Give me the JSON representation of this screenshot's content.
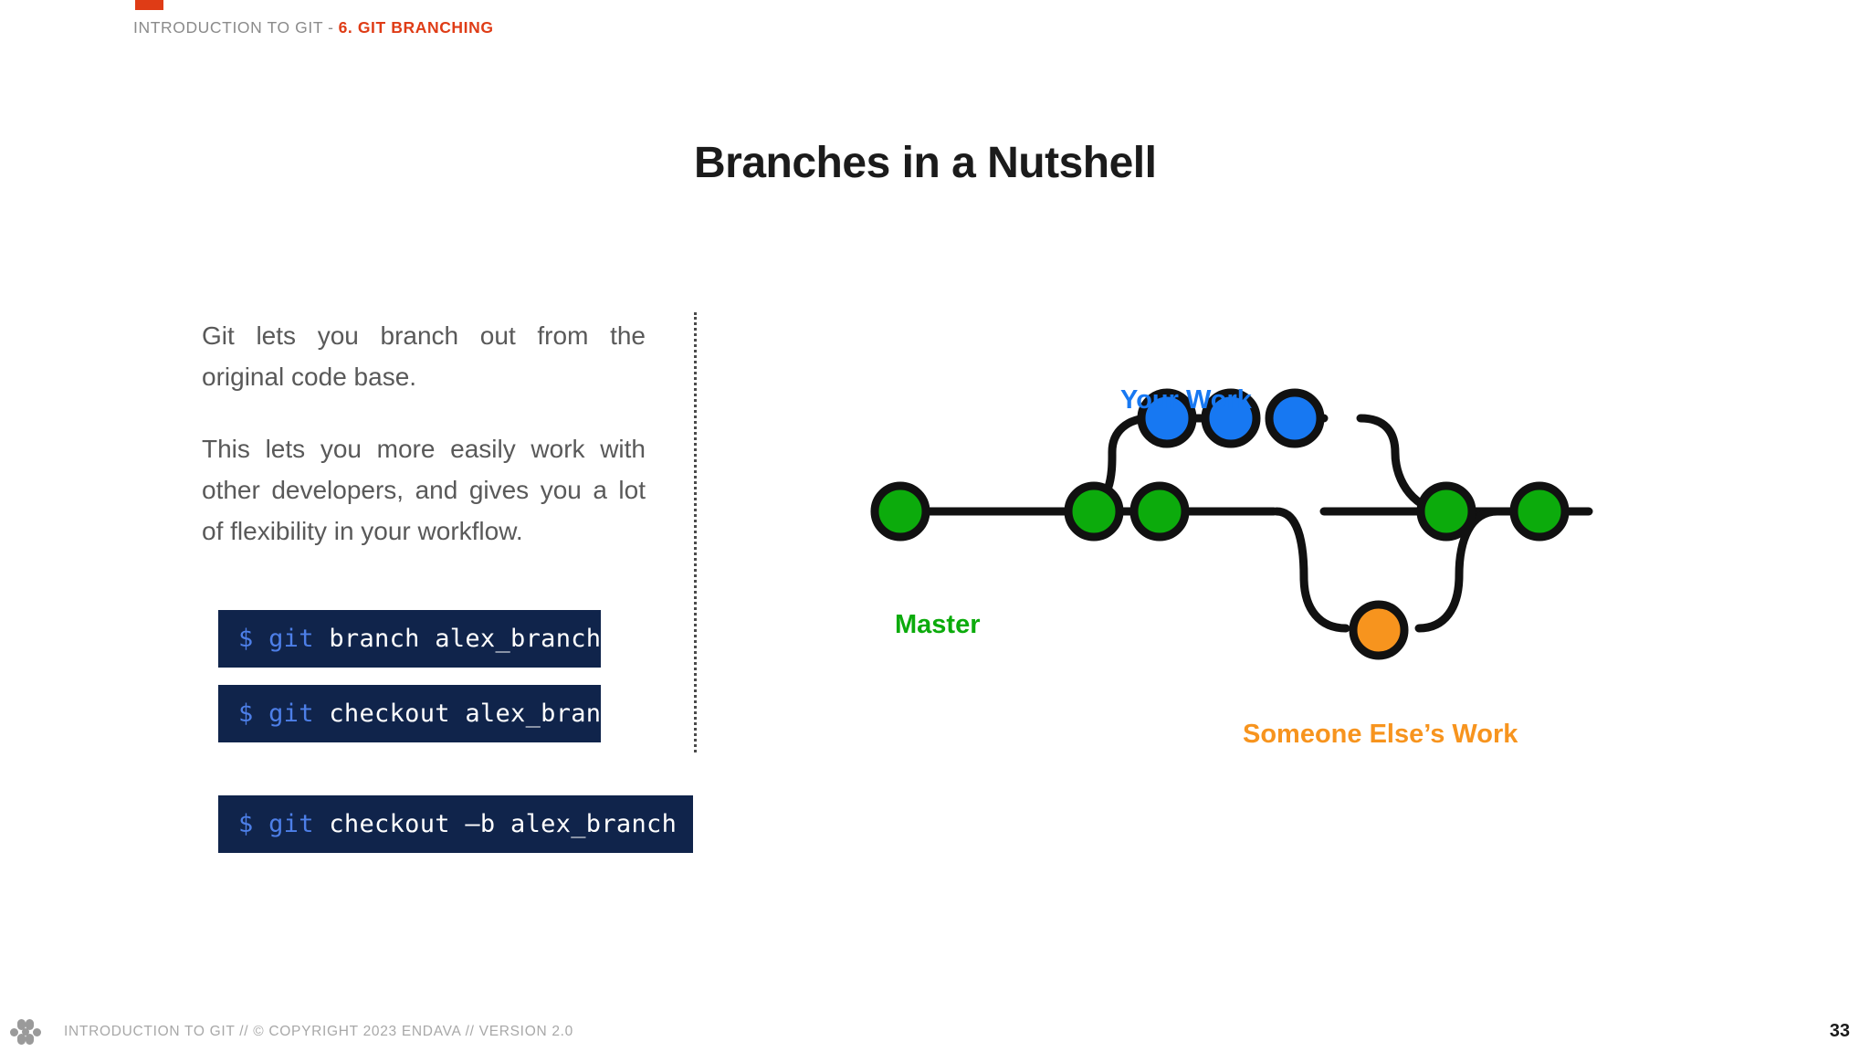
{
  "slide": {
    "accent_color": "#df3c16",
    "background": "#ffffff"
  },
  "breadcrumb": {
    "course": "INTRODUCTION TO GIT",
    "separator": "-",
    "section": "6. GIT BRANCHING",
    "course_color": "#8b8b8b",
    "section_color": "#df3c16"
  },
  "title": "Branches in a Nutshell",
  "body": {
    "paragraphs": [
      "Git lets you branch out from the original code base.",
      "This lets you more easily work with other developers, and gives you a lot of flexibility in your workflow."
    ],
    "text_color": "#595959"
  },
  "code_blocks": [
    {
      "prompt": "$",
      "keyword": "git",
      "rest": "branch alex_branch",
      "full": "$ git branch alex_branch",
      "background": "#10244b",
      "accent_color": "#4d7fe8"
    },
    {
      "prompt": "$",
      "keyword": "git",
      "rest": "checkout alex_branch",
      "full": "$ git checkout alex_branch",
      "background": "#10244b",
      "accent_color": "#4d7fe8"
    },
    {
      "prompt": "$",
      "keyword": "git",
      "rest": "checkout –b alex_branch",
      "full": "$ git checkout –b alex_branch",
      "background": "#10244b",
      "accent_color": "#4d7fe8"
    }
  ],
  "diagram": {
    "labels": {
      "your_work": "Your Work",
      "master": "Master",
      "someone_else": "Someone Else’s Work"
    },
    "colors": {
      "master": "#0cab0c",
      "your_work": "#1778f2",
      "someone_else": "#f7941e",
      "edge": "#111111",
      "node_stroke": "#111111"
    },
    "branches": [
      {
        "name": "Master",
        "color": "#0cab0c",
        "commit_count": 5
      },
      {
        "name": "Your Work",
        "color": "#1778f2",
        "commit_count": 3
      },
      {
        "name": "Someone Else’s Work",
        "color": "#f7941e",
        "commit_count": 1
      }
    ]
  },
  "footer": {
    "logo_icon": "endava-dots-logo",
    "text": "INTRODUCTION TO GIT  //  © COPYRIGHT 2023 ENDAVA  //  VERSION 2.0",
    "page_number": "33"
  }
}
